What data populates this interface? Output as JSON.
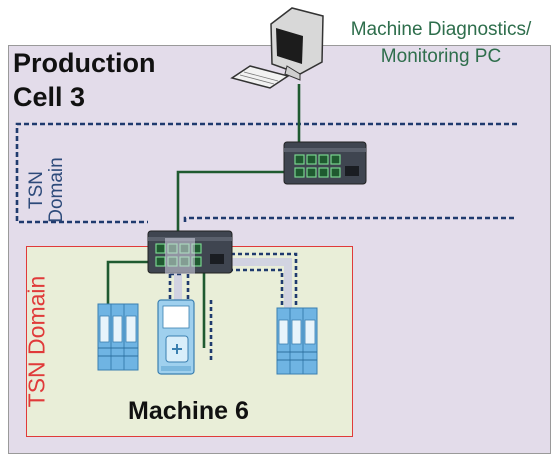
{
  "pc": {
    "label_line1": "Machine Diagnostics/",
    "label_line2": "Monitoring PC"
  },
  "production_cell": {
    "title_line1": "Production",
    "title_line2": "Cell 3"
  },
  "tsn_domain_outer": {
    "line1": "TSN",
    "line2": "Domain"
  },
  "tsn_domain_inner": {
    "label": "TSN Domain"
  },
  "machine": {
    "title": "Machine 6"
  },
  "colors": {
    "cell_background": "#e3dcea",
    "machine_background": "#e9eed8",
    "machine_border": "#e03a3a",
    "tsn_dotted_line": "#1f3a6e",
    "cable": "#1f5a30",
    "label_green": "#2e6e4c",
    "device_blue": "#6fb4e3"
  }
}
